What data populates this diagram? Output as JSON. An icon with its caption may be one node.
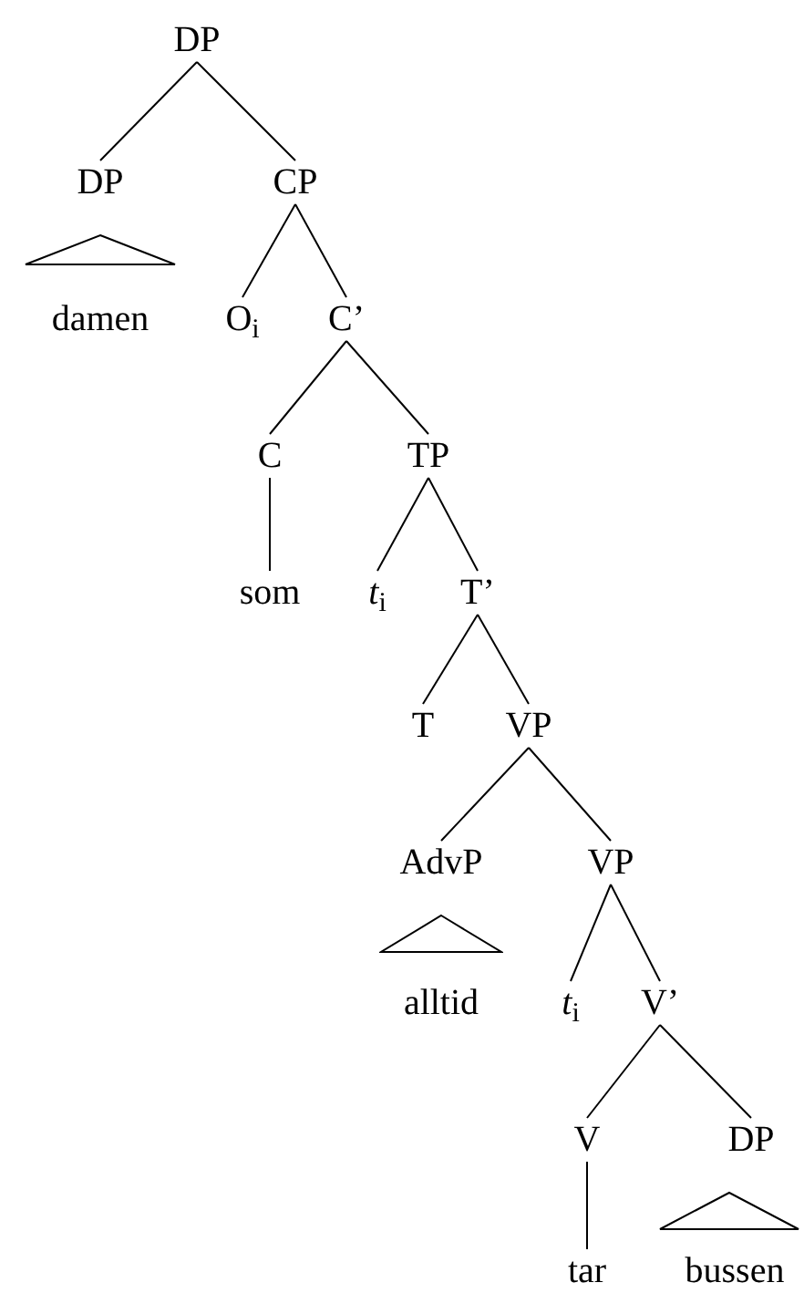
{
  "diagram": {
    "nodes": [
      {
        "text": [
          "DP"
        ]
      },
      {
        "text": [
          "DP"
        ]
      },
      {
        "text": [
          "CP"
        ]
      },
      {
        "text": [],
        "shape": "triangle"
      },
      {
        "text": [
          "damen"
        ]
      },
      {
        "text": [
          "O$_{i}$"
        ]
      },
      {
        "text": [
          "C’"
        ]
      },
      {
        "text": [
          "C"
        ]
      },
      {
        "text": [
          "TP"
        ]
      },
      {
        "text": [
          "som"
        ]
      },
      {
        "text": [
          "*t*$_{i}$"
        ]
      },
      {
        "text": [
          "T’"
        ]
      },
      {
        "text": [
          "T"
        ]
      },
      {
        "text": [
          "VP"
        ]
      },
      {
        "text": [
          "AdvP"
        ]
      },
      {
        "text": [
          "VP"
        ]
      },
      {
        "text": [],
        "shape": "triangle"
      },
      {
        "text": [
          "alltid"
        ]
      },
      {
        "text": [
          "*t*$_{i}$"
        ]
      },
      {
        "text": [
          "V’"
        ]
      },
      {
        "text": [
          "V"
        ]
      },
      {
        "text": [
          "DP"
        ]
      },
      {
        "text": [],
        "shape": "triangle"
      },
      {
        "text": [
          "tar"
        ]
      },
      {
        "text": [
          "bussen"
        ]
      }
    ],
    "edges": [
      {
        "from": 0,
        "to": 1,
        "arrow": "none"
      },
      {
        "from": 0,
        "to": 2,
        "arrow": "none"
      },
      {
        "from": 2,
        "to": 5,
        "arrow": "none"
      },
      {
        "from": 2,
        "to": 6,
        "arrow": "none"
      },
      {
        "from": 6,
        "to": 7,
        "arrow": "none"
      },
      {
        "from": 6,
        "to": 8,
        "arrow": "none"
      },
      {
        "from": 7,
        "to": 9,
        "arrow": "none"
      },
      {
        "from": 8,
        "to": 10,
        "arrow": "none"
      },
      {
        "from": 8,
        "to": 11,
        "arrow": "none"
      },
      {
        "from": 11,
        "to": 12,
        "arrow": "none"
      },
      {
        "from": 11,
        "to": 13,
        "arrow": "none"
      },
      {
        "from": 13,
        "to": 14,
        "arrow": "none"
      },
      {
        "from": 13,
        "to": 15,
        "arrow": "none"
      },
      {
        "from": 15,
        "to": 18,
        "arrow": "none"
      },
      {
        "from": 15,
        "to": 19,
        "arrow": "none"
      },
      {
        "from": 19,
        "to": 20,
        "arrow": "none"
      },
      {
        "from": 19,
        "to": 21,
        "arrow": "none"
      },
      {
        "from": 20,
        "to": 23,
        "arrow": "none"
      }
    ]
  }
}
